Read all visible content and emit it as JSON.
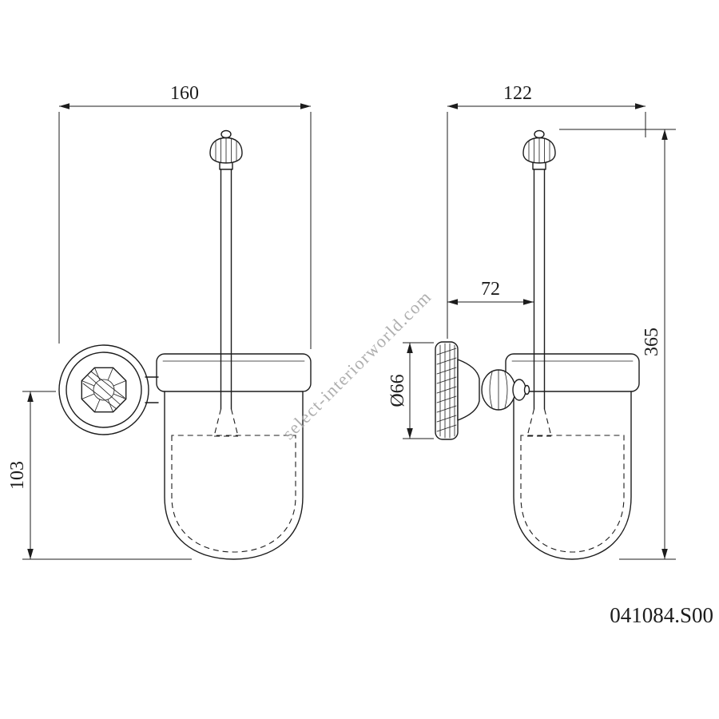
{
  "drawing": {
    "product_code": "041084.S00",
    "watermark": "select-interiorworld.com",
    "colors": {
      "line": "#1c1c1c",
      "watermark": "#a0a0a0",
      "background": "#ffffff"
    },
    "views": {
      "front": {
        "label": "front-view",
        "dimensions": {
          "overall_width": "160",
          "mount_to_bottom_height": "103"
        }
      },
      "side": {
        "label": "side-view",
        "dimensions": {
          "overall_depth": "122",
          "wall_to_handle_offset": "72",
          "overall_height": "365",
          "flange_diameter": "Ø66"
        }
      }
    }
  }
}
